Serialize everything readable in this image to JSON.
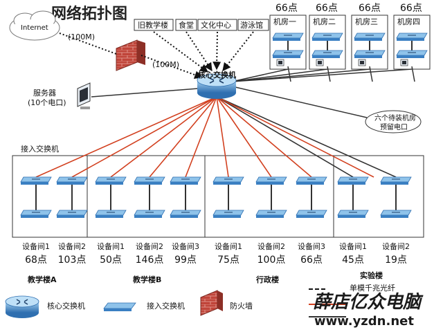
{
  "title": "网络拓扑图",
  "internet_label": "Internet",
  "link_speed_1": "(100M)",
  "link_speed_2": "(100M)",
  "core_switch_label": "核心交换机",
  "server_label_1": "服务器",
  "server_label_2": "(10个电口)",
  "reserve_label_1": "六个待装机房",
  "reserve_label_2": "预留电口",
  "access_switch_label": "接入交换机",
  "top_buildings": [
    "旧教学楼",
    "食堂",
    "文化中心",
    "游泳馆"
  ],
  "machine_rooms": [
    {
      "points": "66点",
      "name": "机房一"
    },
    {
      "points": "66点",
      "name": "机房二"
    },
    {
      "points": "66点",
      "name": "机房三"
    },
    {
      "points": "66点",
      "name": "机房四"
    }
  ],
  "buildings": [
    {
      "name": "教学楼A",
      "rooms": [
        {
          "name": "设备间1",
          "points": "68点"
        },
        {
          "name": "设备间2",
          "points": "103点"
        }
      ]
    },
    {
      "name": "教学楼B",
      "rooms": [
        {
          "name": "设备间1",
          "points": "50点"
        },
        {
          "name": "设备间2",
          "points": "146点"
        },
        {
          "name": "设备间3",
          "points": "99点"
        }
      ]
    },
    {
      "name": "行政楼",
      "rooms": [
        {
          "name": "设备间1",
          "points": "75点"
        },
        {
          "name": "设备间2",
          "points": "100点"
        },
        {
          "name": "设备间3",
          "points": "66点"
        }
      ]
    },
    {
      "name": "实验楼",
      "rooms": [
        {
          "name": "设备间1",
          "points": "45点"
        },
        {
          "name": "设备间2",
          "points": "19点"
        }
      ]
    }
  ],
  "legend": {
    "core": "核心交换机",
    "access": "接入交换机",
    "firewall": "防火墙",
    "fiber": "单模千兆光纤"
  },
  "watermark_text": "薛店亿众电脑",
  "watermark_url": "www.yzdn.net",
  "colors": {
    "fiber": "#d2401f",
    "copper": "#333333",
    "switch_top": "#8fc3ea",
    "switch_side": "#3a7fc2",
    "firewall": "#c0453a",
    "watermark": "#1b1b1b"
  }
}
